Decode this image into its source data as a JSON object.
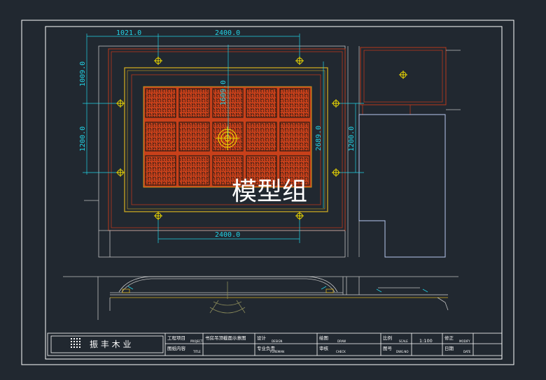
{
  "dimensions": {
    "top_left": "1021.0",
    "top_width": "2400.0",
    "bottom_width": "2400.0",
    "left_top": "1009.0",
    "left_mid": "1200.0",
    "center_vert": "1609.0",
    "right_height": "2689.0",
    "right_mid": "1200.0"
  },
  "watermark": "模型组",
  "title_block": {
    "company": "振 丰 木 业",
    "project_label": "工程项目",
    "project_value": "PROJECT",
    "content_label": "图纸内容",
    "content_value": "TITLE",
    "drawing_title": "书房吊顶截面示意图",
    "design_label": "设计",
    "design_value": "DESIGN",
    "lead_label": "专业负责",
    "lead_value": "FOREMAN",
    "draw_label": "绘图",
    "draw_value": "DRAW",
    "check_label": "审核",
    "check_value": "CHECK",
    "scale_label": "比例",
    "scale_value_small": "SCALE",
    "scale_value": "1:100",
    "dwg_label": "图号",
    "dwg_value": "DWG.NO",
    "rev_label": "修正",
    "rev_value": "MODIFY",
    "date_label": "日期",
    "date_value": "DATE"
  },
  "colors": {
    "background": "#212830",
    "frame": "#ffffff",
    "dimension": "#22d3e6",
    "lamp": "#f5e000",
    "ceiling_panel": "#c8401a",
    "panel_pattern": "#2a1a14",
    "border_red": "#b8381c",
    "border_yellow": "#d8b020",
    "wall_blue": "#b8c8f0"
  }
}
